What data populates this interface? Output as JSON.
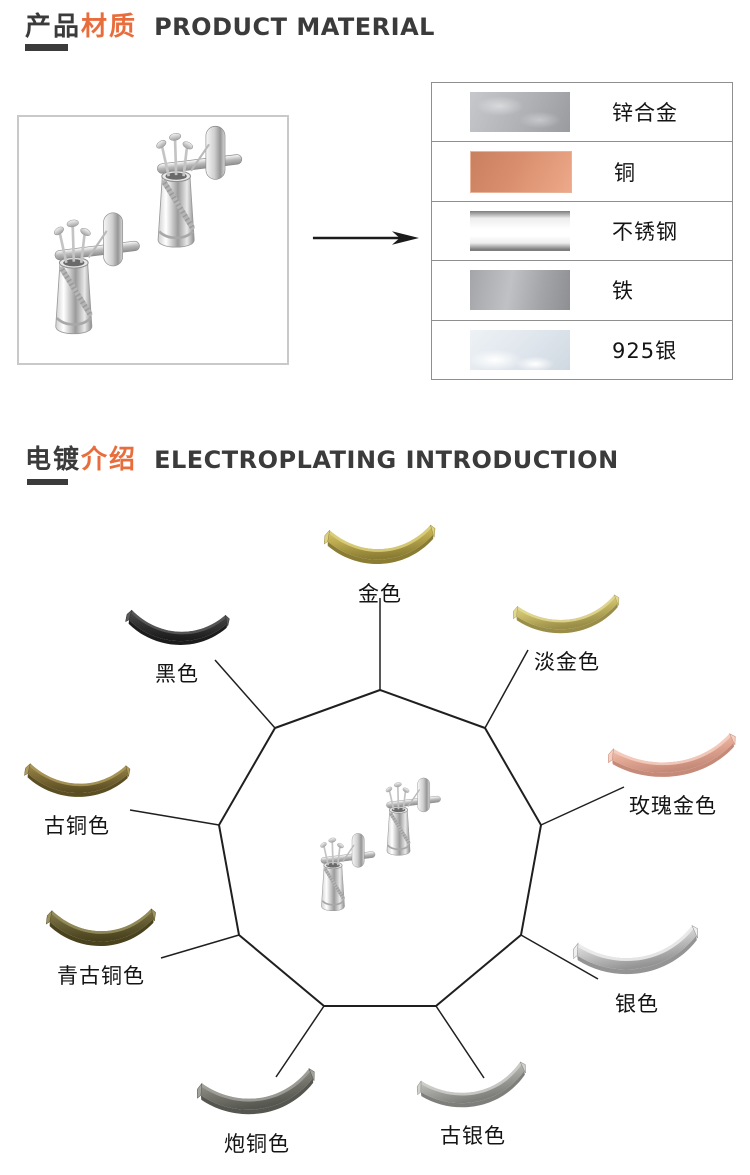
{
  "theme": {
    "accent": "#e96d3c",
    "title_dark": "#3b3b3b",
    "table_border": "#8f8f8f",
    "diagram_line": "#1f1f1f"
  },
  "section_material": {
    "heading": {
      "zh_primary": "产品",
      "zh_accent": "材质",
      "en": "PRODUCT MATERIAL"
    },
    "product_icon": "golf-bag-cufflinks-photo",
    "materials": [
      {
        "name": "锌合金",
        "shades": [
          "#c6c8cb",
          "#afb1b5",
          "#999b9f"
        ]
      },
      {
        "name": "铜",
        "shades": [
          "#c9805f",
          "#d98f6d",
          "#eda98a"
        ]
      },
      {
        "name": "不锈钢",
        "shades": [
          "#ededed",
          "#ffffff",
          "#7d7d7d"
        ]
      },
      {
        "name": "铁",
        "shades": [
          "#c0c1c4",
          "#a4a5a8",
          "#8e8f92"
        ]
      },
      {
        "name": "925银",
        "shades": [
          "#eef2f6",
          "#dde4eb",
          "#cfd8e1"
        ]
      }
    ]
  },
  "section_plating": {
    "heading": {
      "zh_primary": "电镀",
      "zh_accent": "介绍",
      "en": "ELECTROPLATING INTRODUCTION"
    },
    "options": [
      {
        "name": "金色",
        "shades": [
          "#ddd07e",
          "#bfae52",
          "#8a7c33"
        ]
      },
      {
        "name": "淡金色",
        "shades": [
          "#e3d996",
          "#c9bd68",
          "#9a8d47"
        ]
      },
      {
        "name": "玫瑰金色",
        "shades": [
          "#f4cfc1",
          "#e5ab97",
          "#c68a79"
        ]
      },
      {
        "name": "银色",
        "shades": [
          "#efefef",
          "#c9c9c9",
          "#949494"
        ]
      },
      {
        "name": "古银色",
        "shades": [
          "#cfcfcb",
          "#a9a9a5",
          "#7e7e7a"
        ]
      },
      {
        "name": "炮铜色",
        "shades": [
          "#a3a39d",
          "#7b7b73",
          "#565650"
        ]
      },
      {
        "name": "青古铜色",
        "shades": [
          "#99905f",
          "#6e6539",
          "#49421d"
        ]
      },
      {
        "name": "古铜色",
        "shades": [
          "#ad9a5c",
          "#86733c",
          "#5c4e23"
        ]
      },
      {
        "name": "黑色",
        "shades": [
          "#5a5a5a",
          "#3a3a3a",
          "#1c1c1c"
        ]
      }
    ]
  }
}
